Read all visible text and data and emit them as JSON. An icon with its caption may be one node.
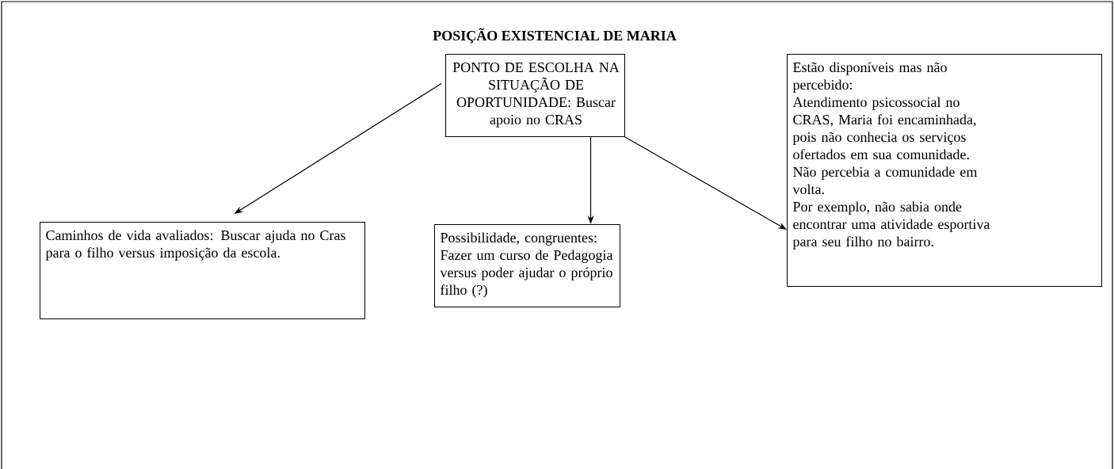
{
  "diagram": {
    "title": "POSIÇÃO EXISTENCIAL DE MARIA",
    "nodes": [
      {
        "text": [
          "PONTO DE ESCOLHA NA SITUAÇÃO DE OPORTUNIDADE: Buscar apoio no CRAS"
        ]
      },
      {
        "text": [
          "Caminhos de vida avaliados: Buscar ajuda no Cras para o filho versus imposição da escola."
        ]
      },
      {
        "text": [
          "Possibilidade, congruentes: Fazer um curso de Pedagogia versus poder ajudar o próprio filho (?)"
        ]
      },
      {
        "text": [
          "Estão disponíveis mas não percebido:",
          "Atendimento psicossocial no CRAS, Maria foi encaminhada, pois não conhecia os serviços ofertados em sua comunidade.",
          "Não percebia a comunidade em volta.",
          "Por exemplo, não sabia onde encontrar uma atividade esportiva para seu filho no bairro."
        ]
      }
    ],
    "edges": [
      {
        "from": 0,
        "to": 1,
        "arrow": "to"
      },
      {
        "from": 0,
        "to": 2,
        "arrow": "to"
      },
      {
        "from": 0,
        "to": 3,
        "arrow": "to"
      }
    ]
  }
}
